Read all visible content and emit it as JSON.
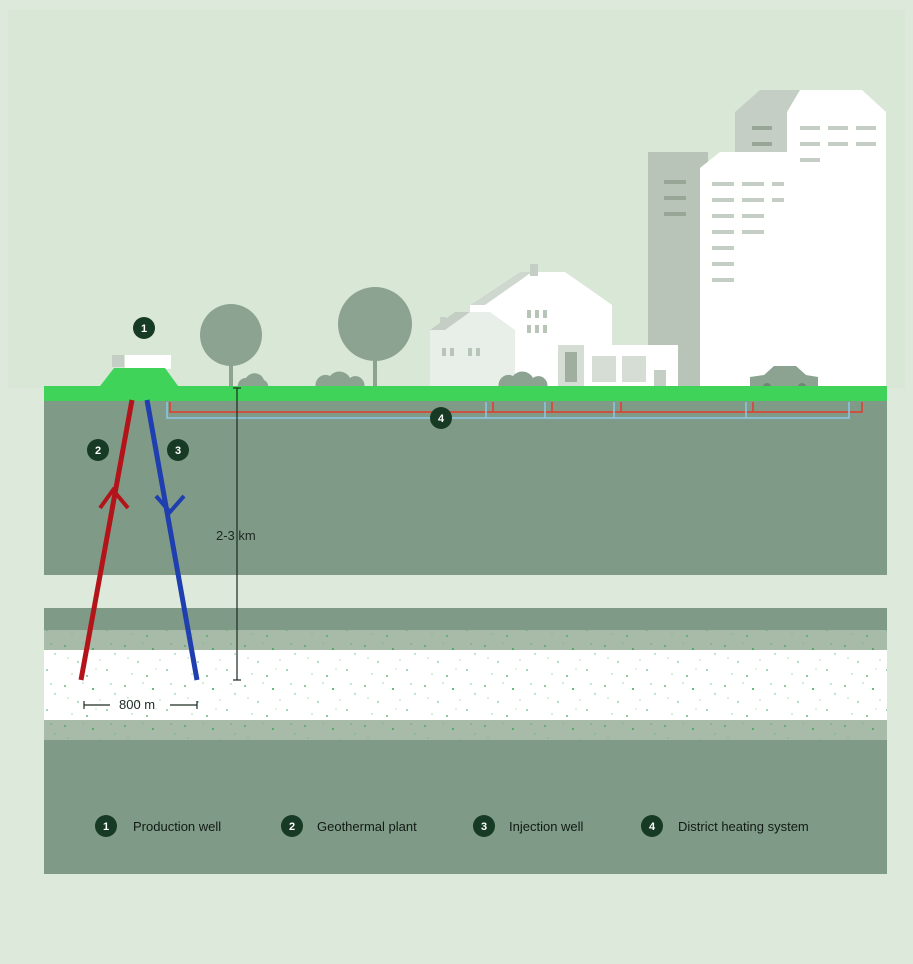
{
  "colors": {
    "background": "#ddeadb",
    "sky": "#d9e8d6",
    "ground_surface": "#3fd35a",
    "earth": "#7f9a87",
    "earth_light": "#a8bba8",
    "reservoir": "#ffffff",
    "reservoir_speckle": "#3aa85a",
    "production_pipe": "#b3141a",
    "injection_pipe": "#1f3fb0",
    "badge": "#163a24",
    "heating_hot": "#e23a2a",
    "heating_cold": "#8ec8e8",
    "building_white": "#ffffff",
    "building_grey": "#b9c4b9",
    "tree": "#8da391"
  },
  "badges": {
    "plant": "1",
    "production": "2",
    "injection": "3",
    "heating": "4"
  },
  "dimensions": {
    "depth": "2-3 km",
    "spacing": "800 m"
  },
  "legend": [
    {
      "num": "1",
      "label": "Production well"
    },
    {
      "num": "2",
      "label": "Geothermal plant"
    },
    {
      "num": "3",
      "label": "Injection well"
    },
    {
      "num": "4",
      "label": "District heating system"
    }
  ]
}
